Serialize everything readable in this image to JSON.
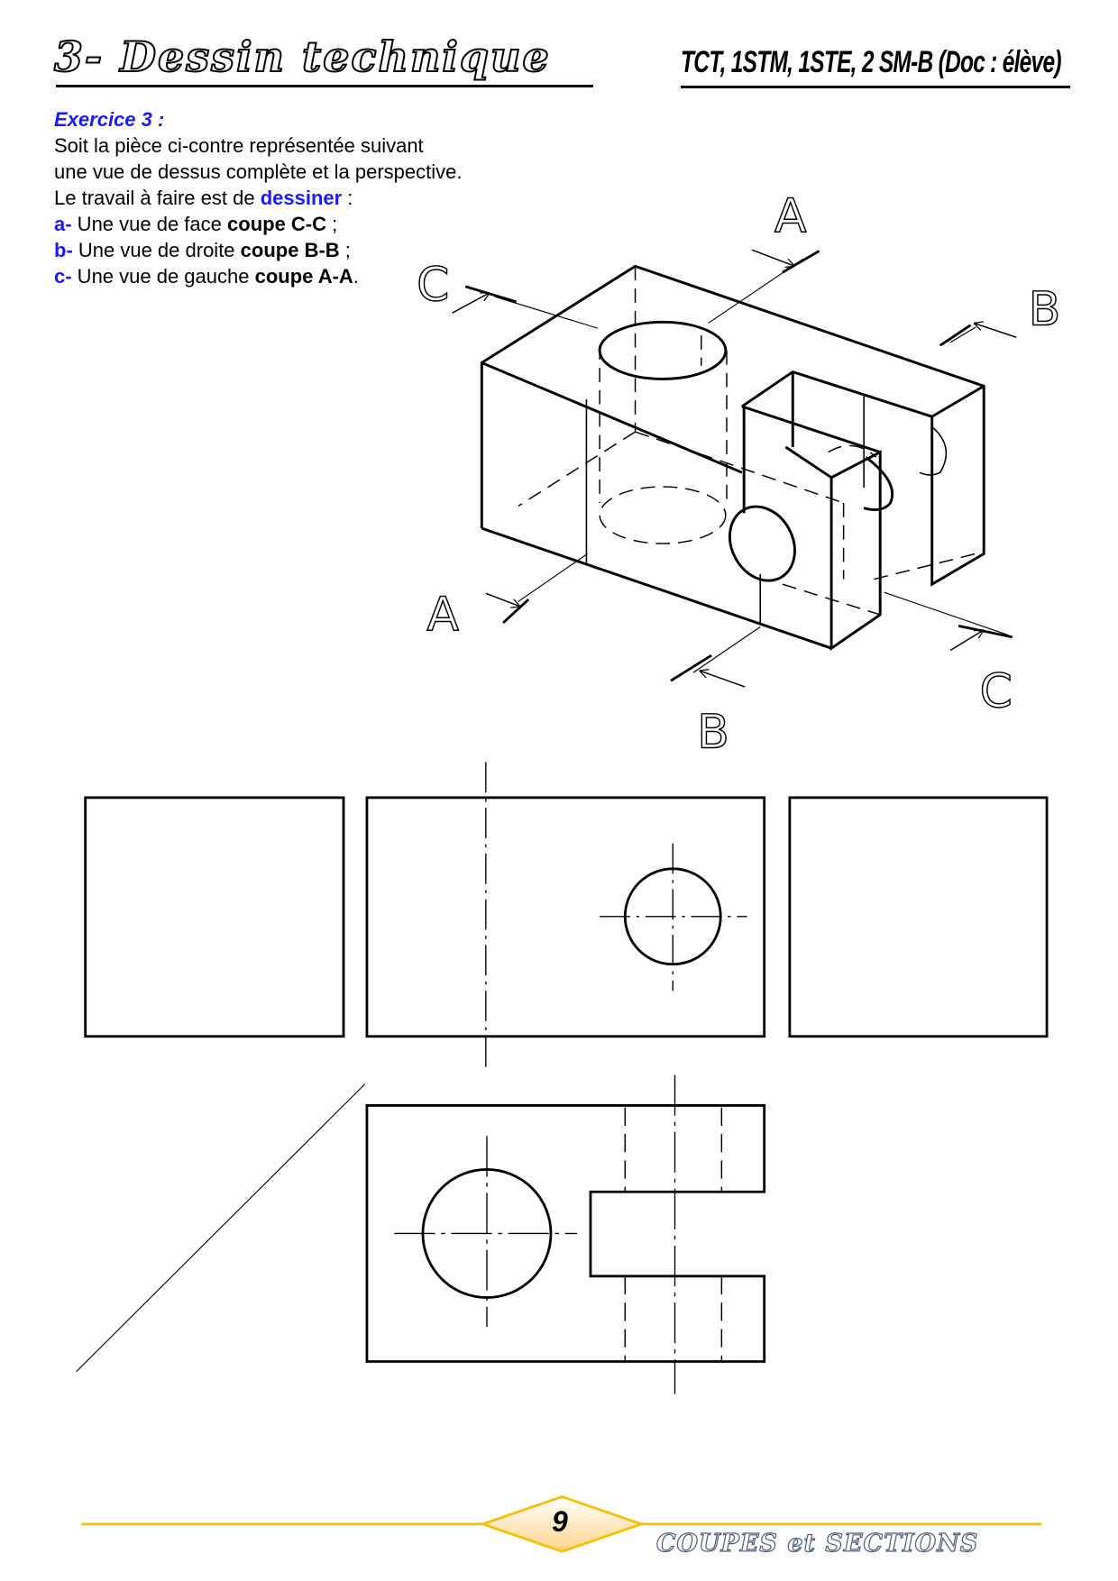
{
  "header": {
    "title": "3- Dessin technique",
    "classes": "TCT, 1STM, 1STE,  2 SM-B (Doc : élève)"
  },
  "exercise": {
    "heading": "Exercice 3 :",
    "line1": "Soit la pièce ci-contre représentée suivant",
    "line2": "une vue de dessus complète et la perspective.",
    "line3_pre": "Le travail à faire est de ",
    "line3_em": "dessiner",
    "line3_post": " :",
    "tasks": [
      {
        "letter": "a-",
        "text": " Une vue de face ",
        "bold": "coupe C-C",
        "end": " ;"
      },
      {
        "letter": "b-",
        "text": " Une vue de droite ",
        "bold": "coupe B-B",
        "end": " ;"
      },
      {
        "letter": "c-",
        "text": " Une vue de gauche ",
        "bold": "coupe A-A",
        "end": "."
      }
    ]
  },
  "perspective": {
    "labels": {
      "a_top": "A",
      "a_bottom": "A",
      "b_right": "B",
      "b_bottom": "B",
      "c_left": "C",
      "c_right": "C"
    }
  },
  "footer": {
    "page": "9",
    "title": "COUPES et SECTIONS",
    "accent_color": "#f5c000"
  }
}
